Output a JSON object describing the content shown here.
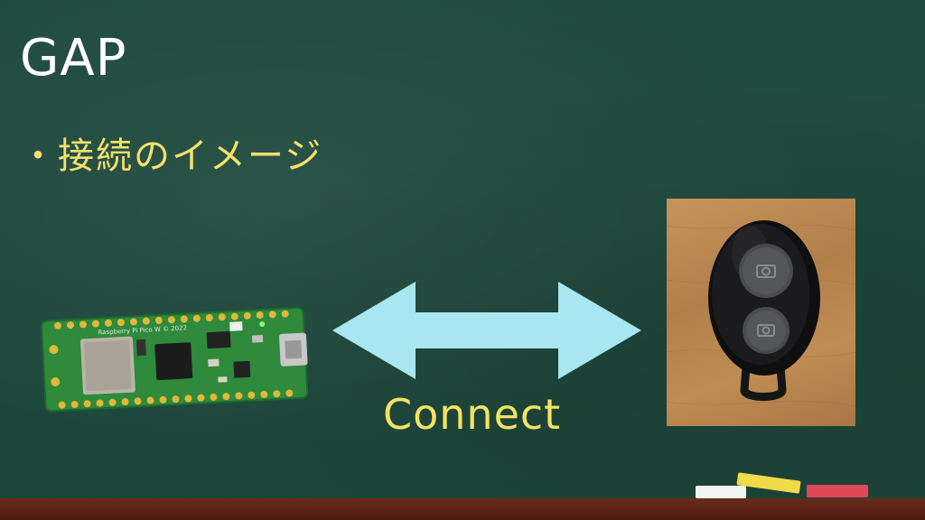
{
  "slide": {
    "title": "GAP",
    "subtitle": "・接続のイメージ",
    "connect_label": "Connect"
  },
  "colors": {
    "board": "#1f4a3d",
    "title": "#ffffff",
    "subtitle": "#f7e06a",
    "arrow": "#a8e6f0",
    "ledge": "#5a2417"
  },
  "images": {
    "left_board_icon": "pico-board-icon",
    "right_remote_icon": "bluetooth-remote-icon"
  },
  "pico_board": {
    "silkscreen_text": "Raspberry Pi Pico W © 2022"
  }
}
